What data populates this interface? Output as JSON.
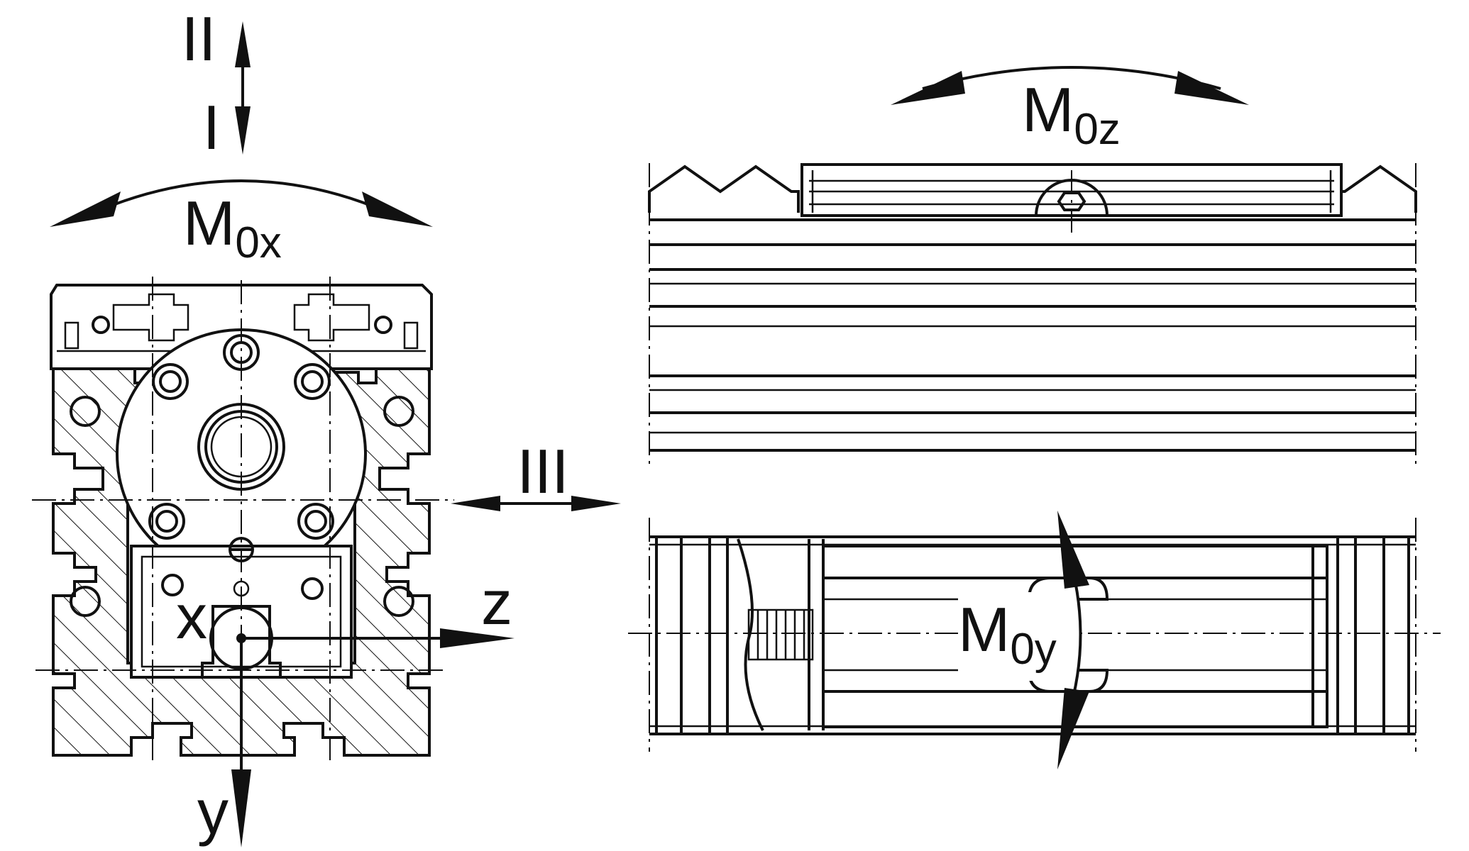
{
  "labels": {
    "direction_upper": "II",
    "direction_lower": "I",
    "direction_side": "III",
    "moment_x": {
      "main": "M",
      "subscript": "0x"
    },
    "moment_y": {
      "main": "M",
      "subscript": "0y"
    },
    "moment_z": {
      "main": "M",
      "subscript": "0z"
    },
    "axis_x": "x",
    "axis_y": "y",
    "axis_z": "z"
  },
  "colors": {
    "ink": "#111111",
    "paper": "#ffffff"
  }
}
